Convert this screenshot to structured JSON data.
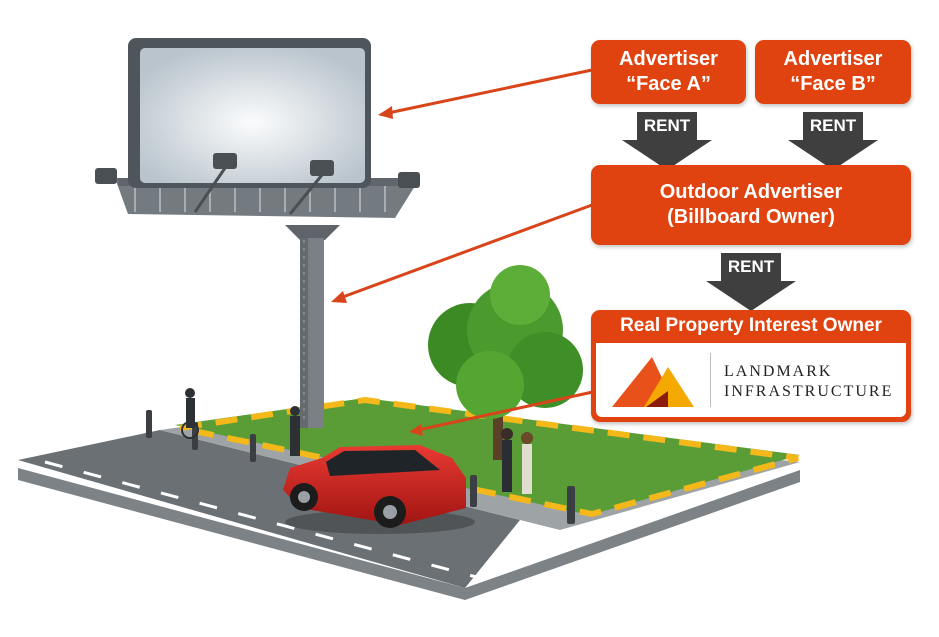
{
  "boxes": {
    "advertiser_a": {
      "line1": "Advertiser",
      "line2": "“Face A”"
    },
    "advertiser_b": {
      "line1": "Advertiser",
      "line2": "“Face B”"
    },
    "outdoor_advertiser": {
      "line1": "Outdoor Advertiser",
      "line2": "(Billboard Owner)"
    },
    "real_property": {
      "title": "Real Property Interest Owner",
      "logo_line1": "LANDMARK",
      "logo_line2": "INFRASTRUCTURE"
    }
  },
  "arrows": {
    "rent_1": "RENT",
    "rent_2": "RENT",
    "rent_3": "RENT"
  },
  "colors": {
    "box_fill": "#e0430f",
    "arrow_fill": "#3f3f3f",
    "pointer_line": "#d9451a",
    "logo_yellow": "#f5a800",
    "logo_orange": "#e8521a",
    "logo_dark": "#8c1d0c"
  }
}
